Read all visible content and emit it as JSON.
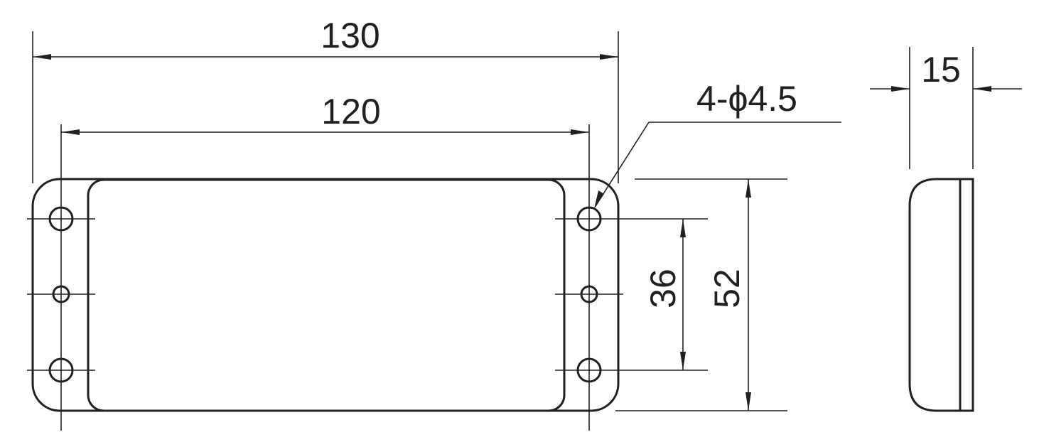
{
  "dimensions": {
    "overall_length": "130",
    "hole_spacing_length": "120",
    "hole_callout": "4-ϕ4.5",
    "hole_spacing_width": "36",
    "overall_width": "52",
    "thickness": "15"
  },
  "colors": {
    "line": "#231f20",
    "background": "#ffffff"
  }
}
